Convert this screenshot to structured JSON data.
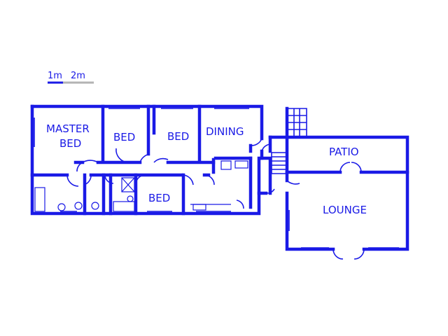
{
  "scale_bar": {
    "label_1": "1m",
    "label_2": "2m",
    "color_primary": "#1a1ae6",
    "color_secondary": "#b3b3b3"
  },
  "rooms": {
    "master_bed_line1": "MASTER",
    "master_bed_line2": "BED",
    "bed_1": "BED",
    "bed_2": "BED",
    "bed_3": "BED",
    "dining": "DINING",
    "patio": "PATIO",
    "lounge": "LOUNGE"
  },
  "colors": {
    "wall": "#1a1ae6",
    "background": "#ffffff"
  }
}
